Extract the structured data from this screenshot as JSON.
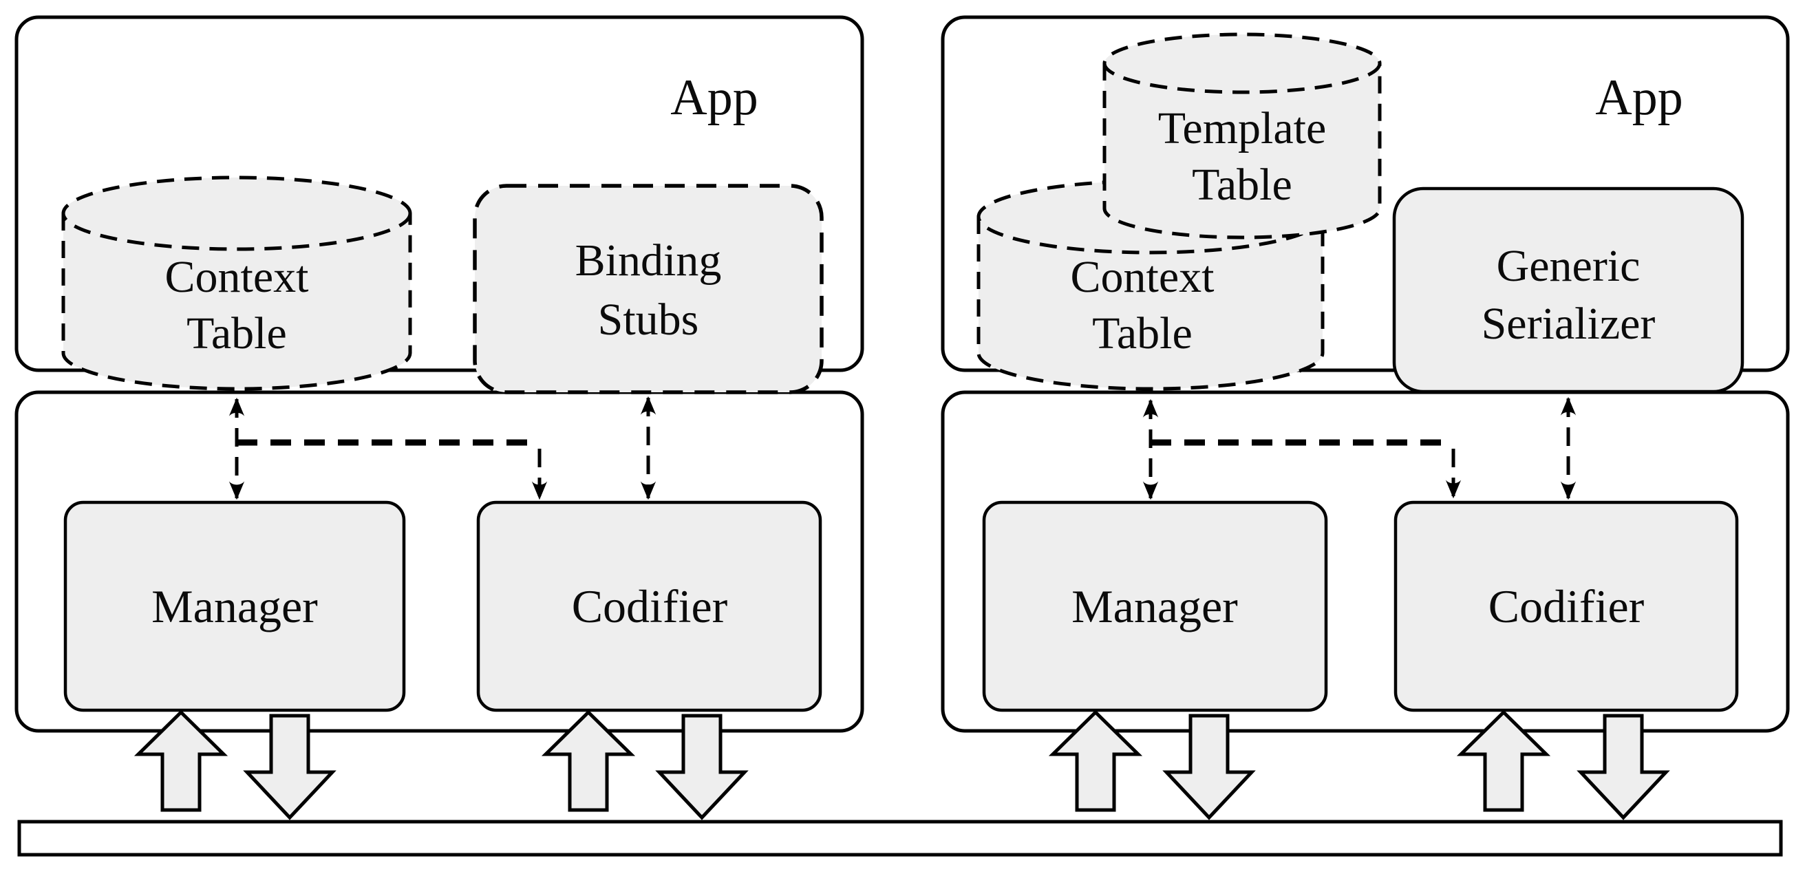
{
  "diagram_type": "software-architecture-two-variants",
  "colors": {
    "store_fill": "#eeeeee",
    "module_fill": "#eeeeee",
    "stroke": "#000000",
    "background": "#ffffff"
  },
  "left_panel": {
    "app_label": "App",
    "context_table": {
      "line1": "Context",
      "line2": "Table"
    },
    "binding_stubs": {
      "line1": "Binding",
      "line2": "Stubs"
    },
    "manager_label": "Manager",
    "codifier_label": "Codifier"
  },
  "right_panel": {
    "app_label": "App",
    "template_table": {
      "line1": "Template",
      "line2": "Table"
    },
    "context_table": {
      "line1": "Context",
      "line2": "Table"
    },
    "generic_serializer": {
      "line1": "Generic",
      "line2": "Serializer"
    },
    "manager_label": "Manager",
    "codifier_label": "Codifier"
  }
}
